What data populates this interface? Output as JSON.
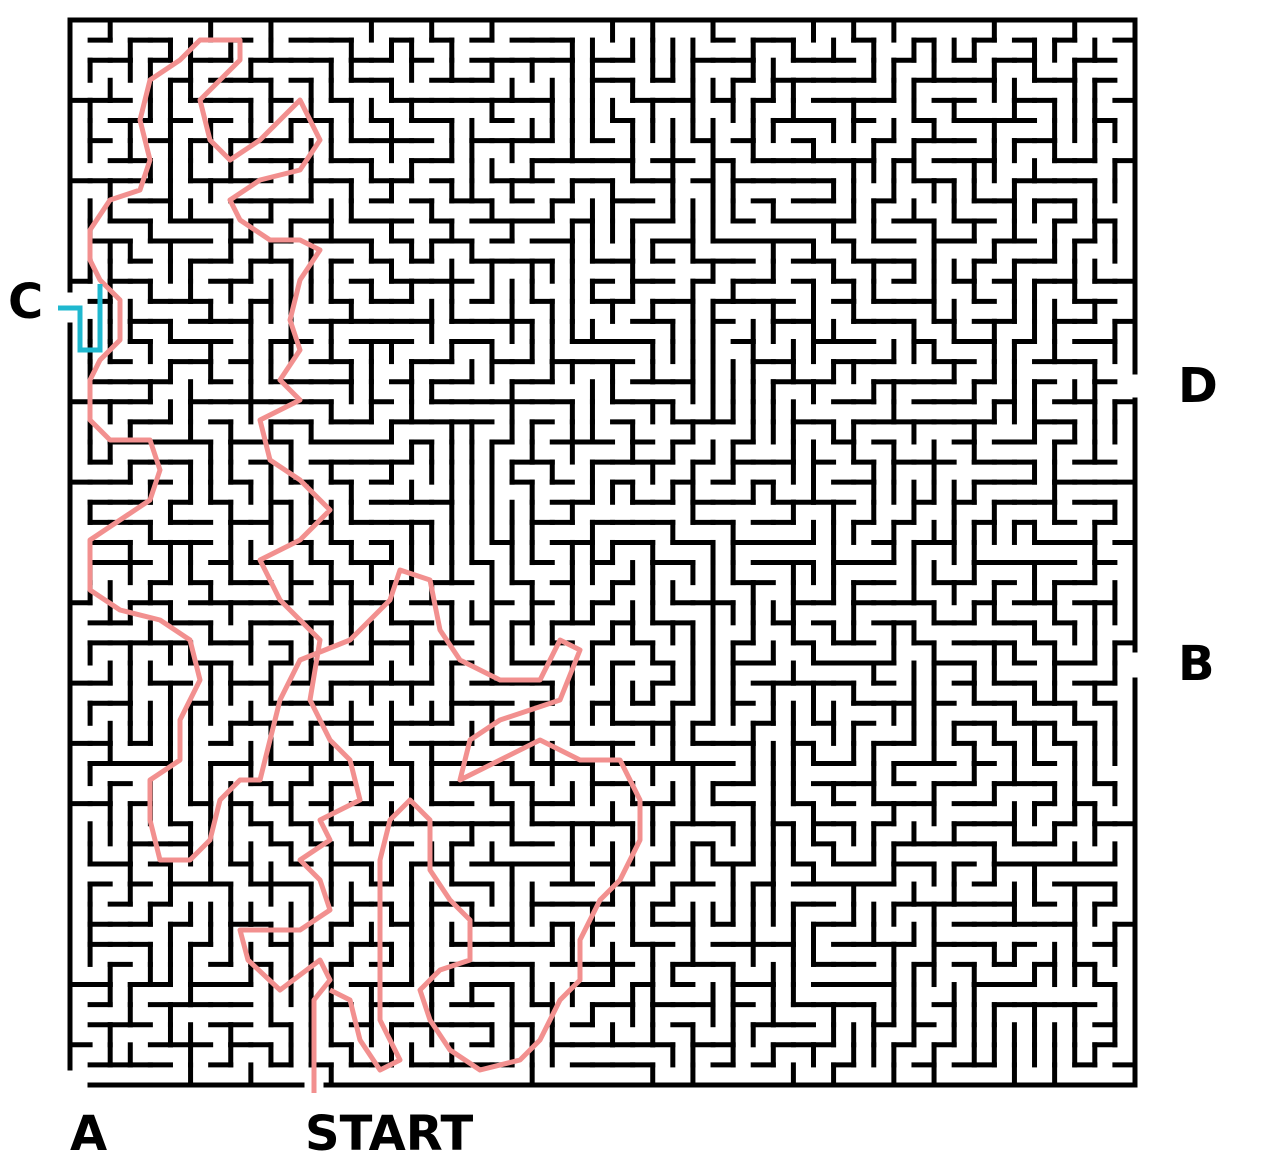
{
  "labels": {
    "c": "C",
    "d": "D",
    "b": "B",
    "a": "A",
    "start": "START"
  },
  "colors": {
    "wall": "#000000",
    "solution_path": "#f2908f",
    "alt_path": "#1fb8cf",
    "background": "#ffffff"
  }
}
